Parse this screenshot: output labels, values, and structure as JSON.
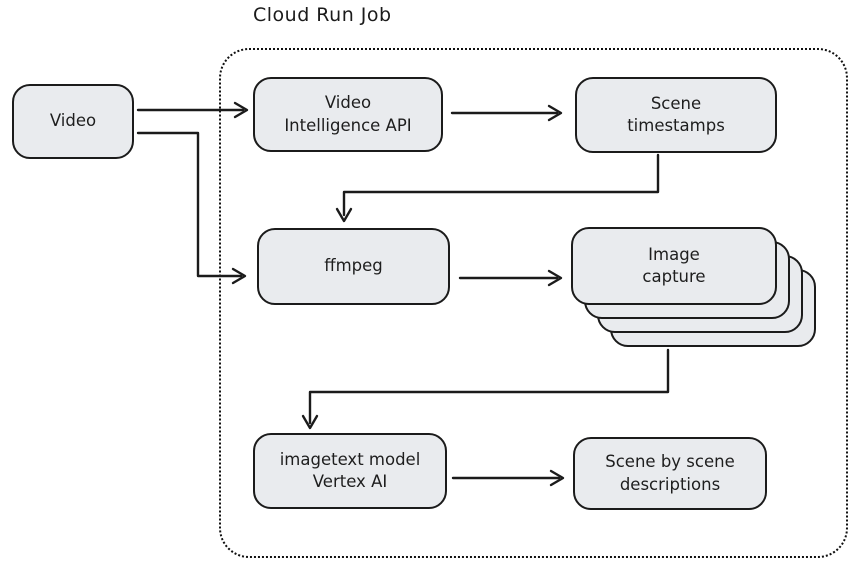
{
  "diagram": {
    "title": "Cloud Run Job",
    "colors": {
      "background": "#ffffff",
      "node_fill": "#e9ebee",
      "stroke": "#1b1b1b"
    },
    "nodes": {
      "video": {
        "label": "Video"
      },
      "video_intelligence_api": {
        "label": "Video\nIntelligence API"
      },
      "scene_timestamps": {
        "label": "Scene\ntimestamps"
      },
      "ffmpeg": {
        "label": "ffmpeg"
      },
      "image_capture": {
        "label": "Image\ncapture",
        "stacked_copies": 4
      },
      "imagetext_model": {
        "label": "imagetext model\nVertex AI"
      },
      "scene_descriptions": {
        "label": "Scene by scene\ndescriptions"
      }
    },
    "edges": [
      {
        "from": "video",
        "to": "video_intelligence_api"
      },
      {
        "from": "video",
        "to": "ffmpeg"
      },
      {
        "from": "video_intelligence_api",
        "to": "scene_timestamps"
      },
      {
        "from": "scene_timestamps",
        "to": "ffmpeg"
      },
      {
        "from": "ffmpeg",
        "to": "image_capture"
      },
      {
        "from": "image_capture",
        "to": "imagetext_model"
      },
      {
        "from": "imagetext_model",
        "to": "scene_descriptions"
      }
    ]
  }
}
